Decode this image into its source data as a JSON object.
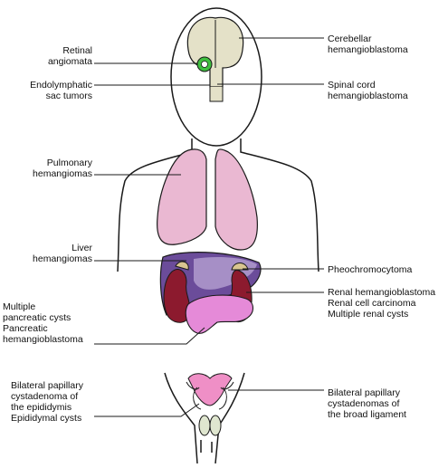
{
  "labels": {
    "retinal": "Retinal\nangiomata",
    "endolymphatic": "Endolymphatic\nsac tumors",
    "pulmonary": "Pulmonary\nhemangiomas",
    "liver": "Liver\nhemangiomas",
    "pancreatic": "Multiple\npancreatic cysts\nPancreatic\nhemangioblastoma",
    "epididymis": "Bilateral papillary\ncystadenoma of\nthe epididymis\nEpididymal cysts",
    "cerebellar": "Cerebellar\nhemangioblastoma",
    "spinal": "Spinal cord\nhemangioblastoma",
    "pheo": "Pheochromocytoma",
    "renal": "Renal hemangioblastoma\nRenal cell carcinoma\nMultiple renal cysts",
    "broad": "Bilateral papillary\ncystadenomas of\nthe broad ligament"
  },
  "colors": {
    "outline": "#1a1a1a",
    "brain": "#e4e1c8",
    "lung": "#eab8d2",
    "liver": "#6b4c9a",
    "kidney": "#8c1a2e",
    "pancreas": "#e58ad8",
    "adrenal": "#d9c590",
    "eye": "#3fbf3f",
    "uterus": "#ef8fc6",
    "testis": "#dfe6cf"
  }
}
